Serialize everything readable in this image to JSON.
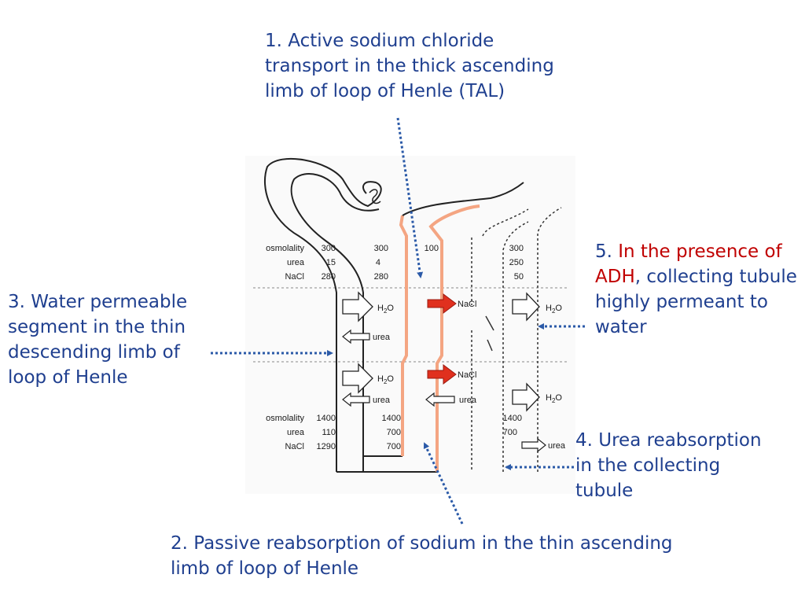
{
  "captions": {
    "c1": "1. Active sodium chloride\ntransport in the  thick ascending\nlimb of loop of Henle (TAL)",
    "c2": "2. Passive reabsorption of sodium in the thin ascending\nlimb of loop of Henle",
    "c3": "3. Water permeable\nsegment  in the thin\ndescending limb of\nloop of Henle",
    "c4": "4. Urea reabsorption\nin the collecting\ntubule",
    "c5_num": "5. ",
    "c5_highlight": "In the presence\nof ADH",
    "c5_rest": ", collecting\ntubule  highly\npermeant to water"
  },
  "diagram": {
    "row_labels_top": [
      "osmolality",
      "urea",
      "NaCl"
    ],
    "row_labels_bottom": [
      "osmolality",
      "urea",
      "NaCl"
    ],
    "values": {
      "col1_top": [
        "300",
        "15",
        "280"
      ],
      "col2_top": [
        "300",
        "4",
        "280"
      ],
      "col3_top": [
        "100"
      ],
      "col4_top": [
        "300",
        "250",
        "50"
      ],
      "col1_bottom": [
        "1400",
        "110",
        "1290"
      ],
      "col2_bottom": [
        "1400",
        "700",
        "700"
      ],
      "col4_bottom": [
        "1400",
        "700"
      ]
    },
    "labels": {
      "h2o": "H",
      "h2o_sub": "2",
      "h2o_end": "O",
      "nacl": "NaCl",
      "urea": "urea"
    },
    "colors": {
      "caption": "#1f3f8f",
      "highlight": "#c00000",
      "tal": "#f4a582",
      "nacl_arrow": "#e0301e",
      "pointer": "#2b5aa8"
    }
  }
}
